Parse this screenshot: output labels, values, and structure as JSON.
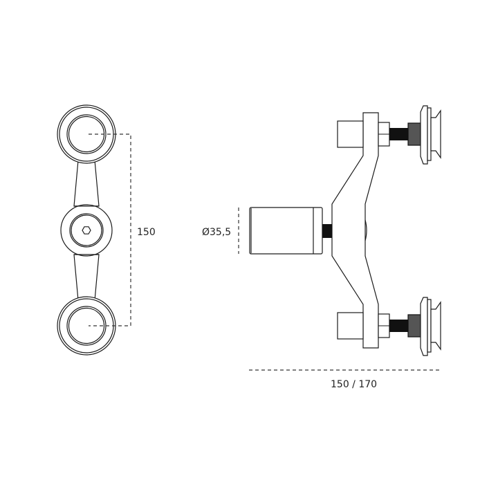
{
  "dimensions": {
    "center_distance": "150",
    "diameter": "Ø35,5",
    "length": "150 / 170"
  },
  "colors": {
    "line": "#1a1a1a",
    "background": "#ffffff"
  }
}
